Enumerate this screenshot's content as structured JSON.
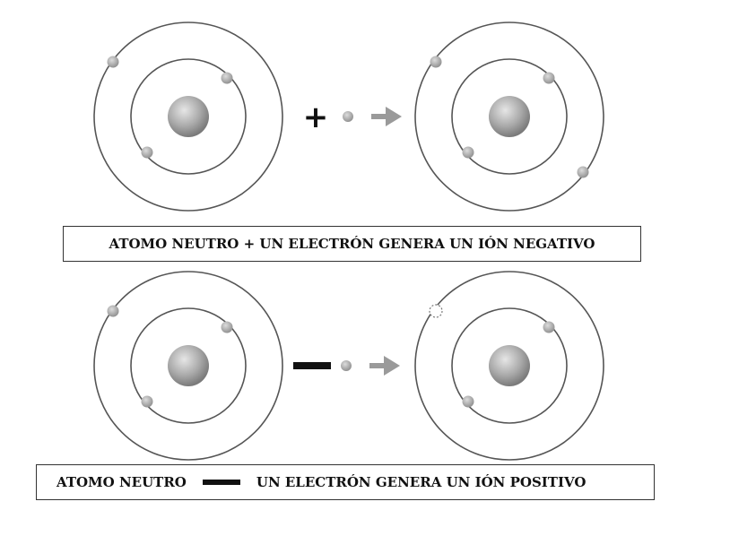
{
  "captions": {
    "negative": "ATOMO NEUTRO + UN ELECTRÓN GENERA UN IÓN NEGATIVO",
    "positive_left": "ATOMO NEUTRO",
    "positive_right": "UN ELECTRÓN GENERA UN IÓN POSITIVO"
  },
  "symbols": {
    "plus": "+"
  },
  "icons": {
    "minus": "minus-sign-icon",
    "arrow": "arrow-right-icon",
    "electron": "electron-icon",
    "nucleus": "nucleus-icon",
    "missing_electron": "electron-vacancy-icon"
  },
  "colors": {
    "orbit": "#555555",
    "particle": "#a8a8a8",
    "arrow": "#9a9a9a",
    "text": "#111111"
  }
}
